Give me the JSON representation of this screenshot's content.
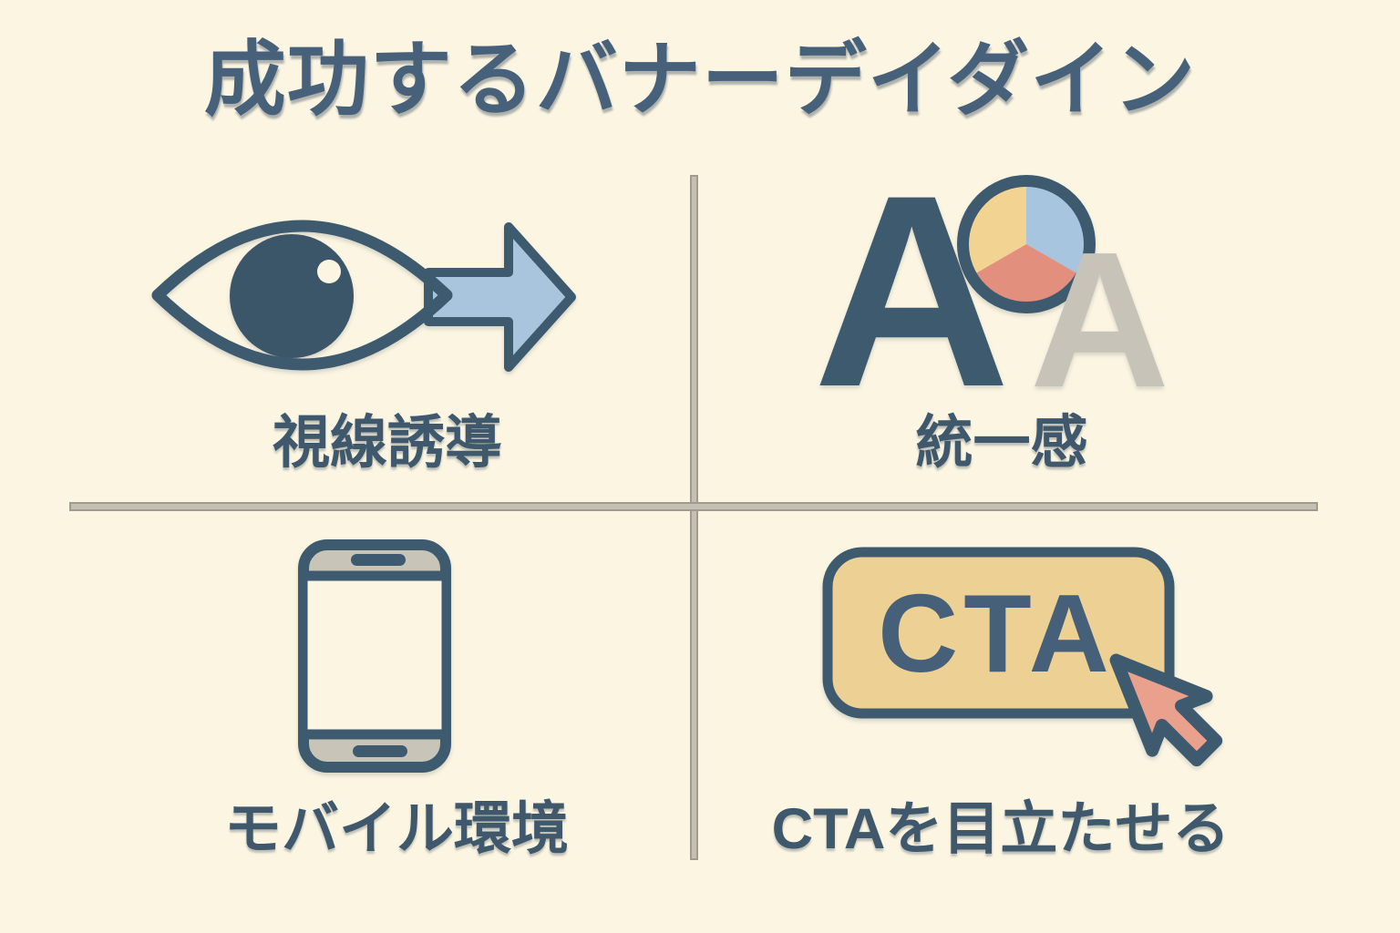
{
  "title": "成功するバナーデイダイン",
  "quadrants": [
    {
      "id": "gaze-guidance",
      "label": "視線誘導",
      "icon": "eye-arrow-icon"
    },
    {
      "id": "unity",
      "label": "統一感",
      "icon": "typography-pie-icon",
      "letter_large": "A",
      "letter_small": "A"
    },
    {
      "id": "mobile",
      "label": "モバイル環境",
      "icon": "smartphone-icon"
    },
    {
      "id": "cta",
      "label": "CTAを目立たせる",
      "icon": "cta-button-cursor-icon",
      "button_text": "CTA"
    }
  ],
  "colors": {
    "background": "#fbf5e2",
    "ink": "#3e5a6e",
    "light_blue": "#a9c4dd",
    "pie_yellow": "#f2d392",
    "pie_blue": "#a8c5e0",
    "pie_salmon": "#e28f7e",
    "button_fill": "#ecd094",
    "cursor_fill": "#e9a08d",
    "device_gray": "#c9c4b8",
    "letter_gray": "#c8c3b8",
    "divider_gray": "#a8a296"
  }
}
